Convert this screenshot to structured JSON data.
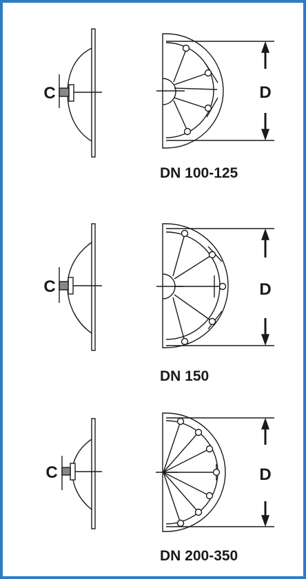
{
  "colors": {
    "border": "#2f7bc4",
    "ink": "#1a1a1a",
    "background": "#ffffff"
  },
  "panels": [
    {
      "c_label": "C",
      "d_label": "D",
      "caption": "DN 100-125"
    },
    {
      "c_label": "C",
      "d_label": "D",
      "caption": "DN 150"
    },
    {
      "c_label": "C",
      "d_label": "D",
      "caption": "DN 200-350"
    }
  ]
}
